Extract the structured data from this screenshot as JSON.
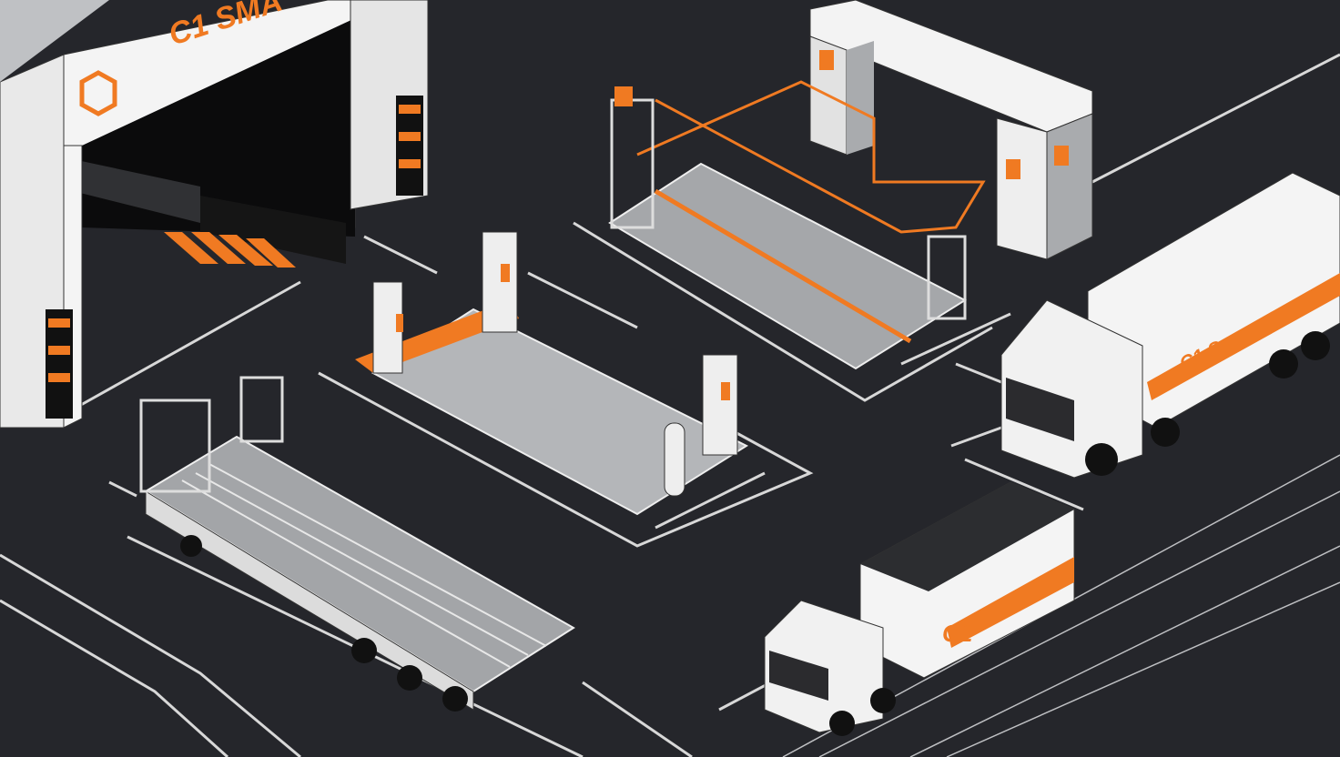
{
  "scene": {
    "colors": {
      "ground": "#25262b",
      "accent": "#f07a22",
      "white": "#f2f2f2",
      "gray": "#9a9ca0",
      "line": "#d8d8d8"
    },
    "signage": {
      "warehouse_sign": "C1 SMA",
      "truck_right_logo": "C1 Sm",
      "truck_bottom_logo": "C1"
    }
  }
}
